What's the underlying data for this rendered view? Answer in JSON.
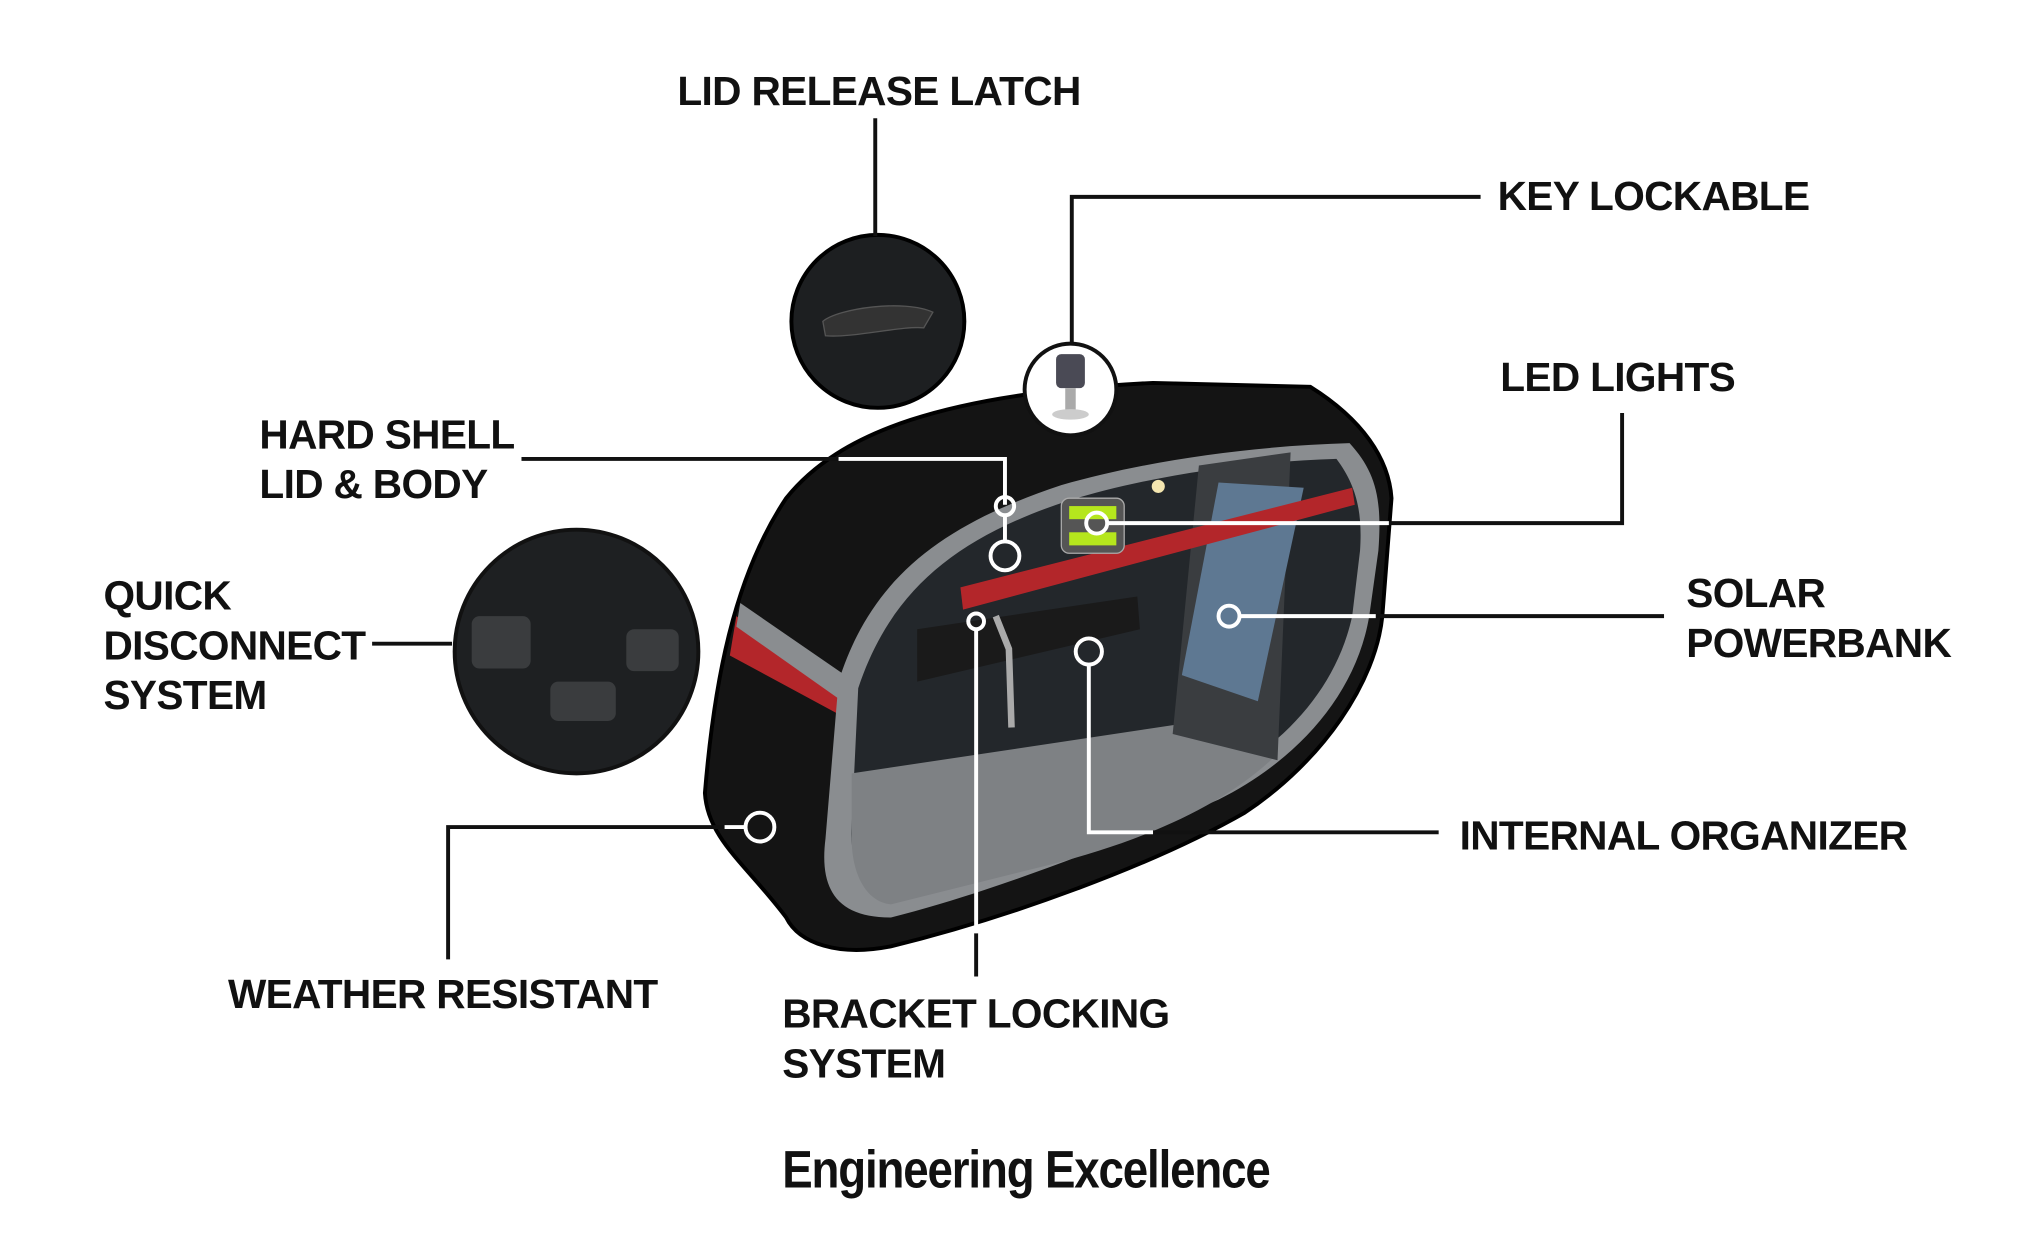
{
  "labels": {
    "lid_release_latch": "LID RELEASE LATCH",
    "key_lockable": "KEY LOCKABLE",
    "led_lights": "LED LIGHTS",
    "hard_shell_1": "HARD SHELL",
    "hard_shell_2": "LID & BODY",
    "quick_disconnect_1": "QUICK",
    "quick_disconnect_2": "DISCONNECT",
    "quick_disconnect_3": "SYSTEM",
    "solar_powerbank_1": "SOLAR",
    "solar_powerbank_2": "POWERBANK",
    "internal_organizer": "INTERNAL ORGANIZER",
    "weather_resistant": "WEATHER RESISTANT",
    "bracket_locking_1": "BRACKET LOCKING",
    "bracket_locking_2": "SYSTEM"
  },
  "footer": {
    "tagline": "Engineering Excellence"
  },
  "colors": {
    "shell": "#141414",
    "trim_gray": "#8a8d90",
    "trim_red": "#b3262a",
    "led_green": "#b5e61d"
  }
}
